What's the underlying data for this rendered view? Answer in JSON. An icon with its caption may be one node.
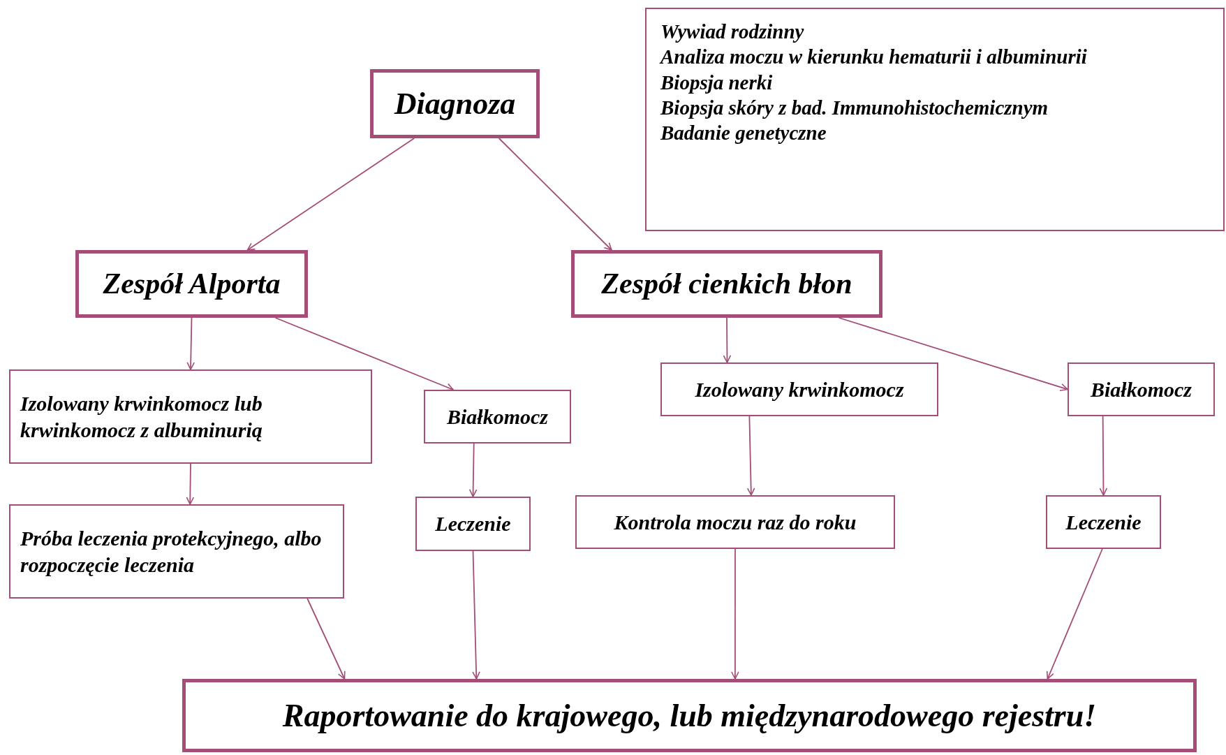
{
  "diagram": {
    "nodes": [
      {
        "text": [
          "Diagnoza"
        ]
      },
      {
        "text": [
          "Wywiad rodzinny",
          "Analiza moczu w kierunku hematurii i albuminurii",
          "Biopsja nerki",
          "Biopsja skóry z bad. Immunohistochemicznym",
          "Badanie genetyczne"
        ]
      },
      {
        "text": [
          "Zespół Alporta"
        ]
      },
      {
        "text": [
          "Zespół cienkich błon"
        ]
      },
      {
        "text": [
          "Izolowany krwinkomocz lub krwinkomocz z albuminurią"
        ]
      },
      {
        "text": [
          "Białkomocz"
        ]
      },
      {
        "text": [
          "Próba leczenia protekcyjnego, albo rozpoczęcie leczenia"
        ]
      },
      {
        "text": [
          "Leczenie"
        ]
      },
      {
        "text": [
          "Izolowany krwinkomocz"
        ]
      },
      {
        "text": [
          "Białkomocz"
        ]
      },
      {
        "text": [
          "Kontrola moczu raz do roku"
        ]
      },
      {
        "text": [
          "Leczenie"
        ]
      },
      {
        "text": [
          "Raportowanie do krajowego, lub międzynarodowego rejestru!"
        ]
      }
    ],
    "edges": [
      {
        "from": 0,
        "to": 2,
        "arrow": "to"
      },
      {
        "from": 0,
        "to": 3,
        "arrow": "to"
      },
      {
        "from": 2,
        "to": 4,
        "arrow": "to"
      },
      {
        "from": 2,
        "to": 5,
        "arrow": "to"
      },
      {
        "from": 3,
        "to": 8,
        "arrow": "to"
      },
      {
        "from": 3,
        "to": 9,
        "arrow": "to"
      },
      {
        "from": 4,
        "to": 6,
        "arrow": "to"
      },
      {
        "from": 5,
        "to": 7,
        "arrow": "to"
      },
      {
        "from": 8,
        "to": 10,
        "arrow": "to"
      },
      {
        "from": 9,
        "to": 11,
        "arrow": "to"
      },
      {
        "from": 6,
        "to": 12,
        "arrow": "to"
      },
      {
        "from": 7,
        "to": 12,
        "arrow": "to"
      },
      {
        "from": 10,
        "to": 12,
        "arrow": "to"
      },
      {
        "from": 11,
        "to": 12,
        "arrow": "to"
      }
    ]
  }
}
